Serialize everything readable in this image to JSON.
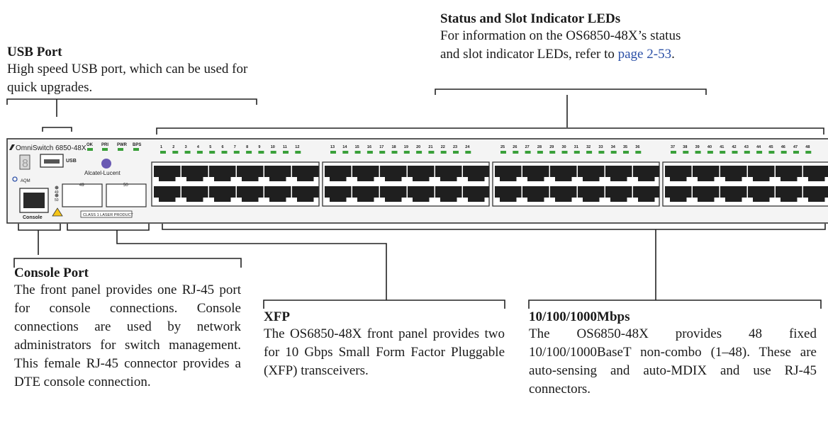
{
  "callouts": {
    "usb": {
      "title": "USB Port",
      "body": "High speed USB port, which can be used for quick upgrades."
    },
    "status": {
      "title": "Status and Slot Indicator LEDs",
      "body": "For information on the OS6850-48X’s status and slot indicator LEDs, refer to",
      "link": "page 2-53",
      "after_link": "."
    },
    "console": {
      "title": "Console Port",
      "body": "The front panel provides one RJ-45 port for console connections. Console connections are used by network administrators for switch management. This female RJ-45 connector provides a DTE console connection."
    },
    "xfp": {
      "title": "XFP",
      "body": "The OS6850-48X front panel provides two for 10 Gbps Small Form Factor Pluggable (XFP) transceivers."
    },
    "ports": {
      "title": "10/100/1000Mbps",
      "body": "The OS6850-48X provides 48 fixed 10/100/1000BaseT non-combo (1–48). These are auto-sensing and auto-MDIX and use RJ-45 connectors."
    }
  },
  "panel": {
    "model": "OmniSwitch 6850-48X",
    "brand": "Alcatel-Lucent",
    "usb_label": "USB",
    "aqm_label": "AQM",
    "console_label": "Console",
    "laser_label": "CLASS 1 LASER PRODUCT",
    "status_leds": [
      "OK",
      "PRI",
      "PWR",
      "BPS"
    ],
    "xfp_ports": [
      "49",
      "50"
    ],
    "xfp_leds": [
      "49",
      "50"
    ],
    "port_numbers": [
      "1",
      "2",
      "3",
      "4",
      "5",
      "6",
      "7",
      "8",
      "9",
      "10",
      "11",
      "12",
      "13",
      "14",
      "15",
      "16",
      "17",
      "18",
      "19",
      "20",
      "21",
      "22",
      "23",
      "24",
      "25",
      "26",
      "27",
      "28",
      "29",
      "30",
      "31",
      "32",
      "33",
      "34",
      "35",
      "36",
      "37",
      "38",
      "39",
      "40",
      "41",
      "42",
      "43",
      "44",
      "45",
      "46",
      "47",
      "48"
    ],
    "led_color": "#3aa03a"
  }
}
